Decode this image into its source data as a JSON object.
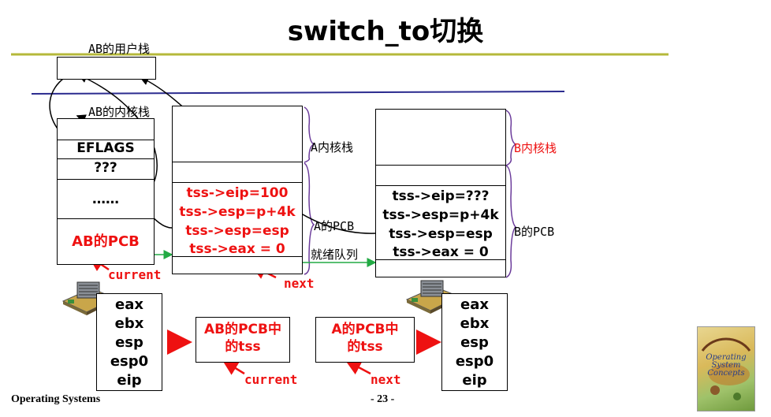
{
  "title": "switch_to切换",
  "labels": {
    "ab_user_stack": "AB的用户栈",
    "ab_kernel_stack": "AB的内核栈",
    "a_kernel_stack": "A内核栈",
    "b_kernel_stack": "B内核栈",
    "a_pcb": "A的PCB",
    "b_pcb": "B的PCB",
    "ready_queue": "就绪队列",
    "current_top": "current",
    "next_top": "next",
    "current_bottom": "current",
    "next_bottom": "next"
  },
  "ab_stack": {
    "eflags": "EFLAGS",
    "unknown": "???",
    "dots": "……",
    "pcb": "AB的PCB"
  },
  "a_pcb_fields": [
    "tss->eip=100",
    "tss->esp=p+4k",
    "tss->esp=esp",
    "tss->eax = 0"
  ],
  "b_pcb_fields": [
    "tss->eip=???",
    "tss->esp=p+4k",
    "tss->esp=esp",
    "tss->eax = 0"
  ],
  "registers_left": [
    "eax",
    "ebx",
    "esp",
    "esp0",
    "eip"
  ],
  "registers_right": [
    "eax",
    "ebx",
    "esp",
    "esp0",
    "eip"
  ],
  "tss_boxes": {
    "ab": {
      "line1": "AB的PCB中",
      "line2": "的tss"
    },
    "a": {
      "line1": "A的PCB中",
      "line2": "的tss"
    }
  },
  "footer": {
    "course": "Operating Systems",
    "page": "- 23 -"
  },
  "colors": {
    "title_rule": "#b5b83a",
    "blue_rule": "#2b2b8f",
    "brace": "#6a3a9a",
    "red": "#ee1111",
    "green": "#22aa44"
  },
  "book_cover": {
    "title_line1": "Operating",
    "title_line2": "System",
    "title_line3": "Concepts"
  }
}
